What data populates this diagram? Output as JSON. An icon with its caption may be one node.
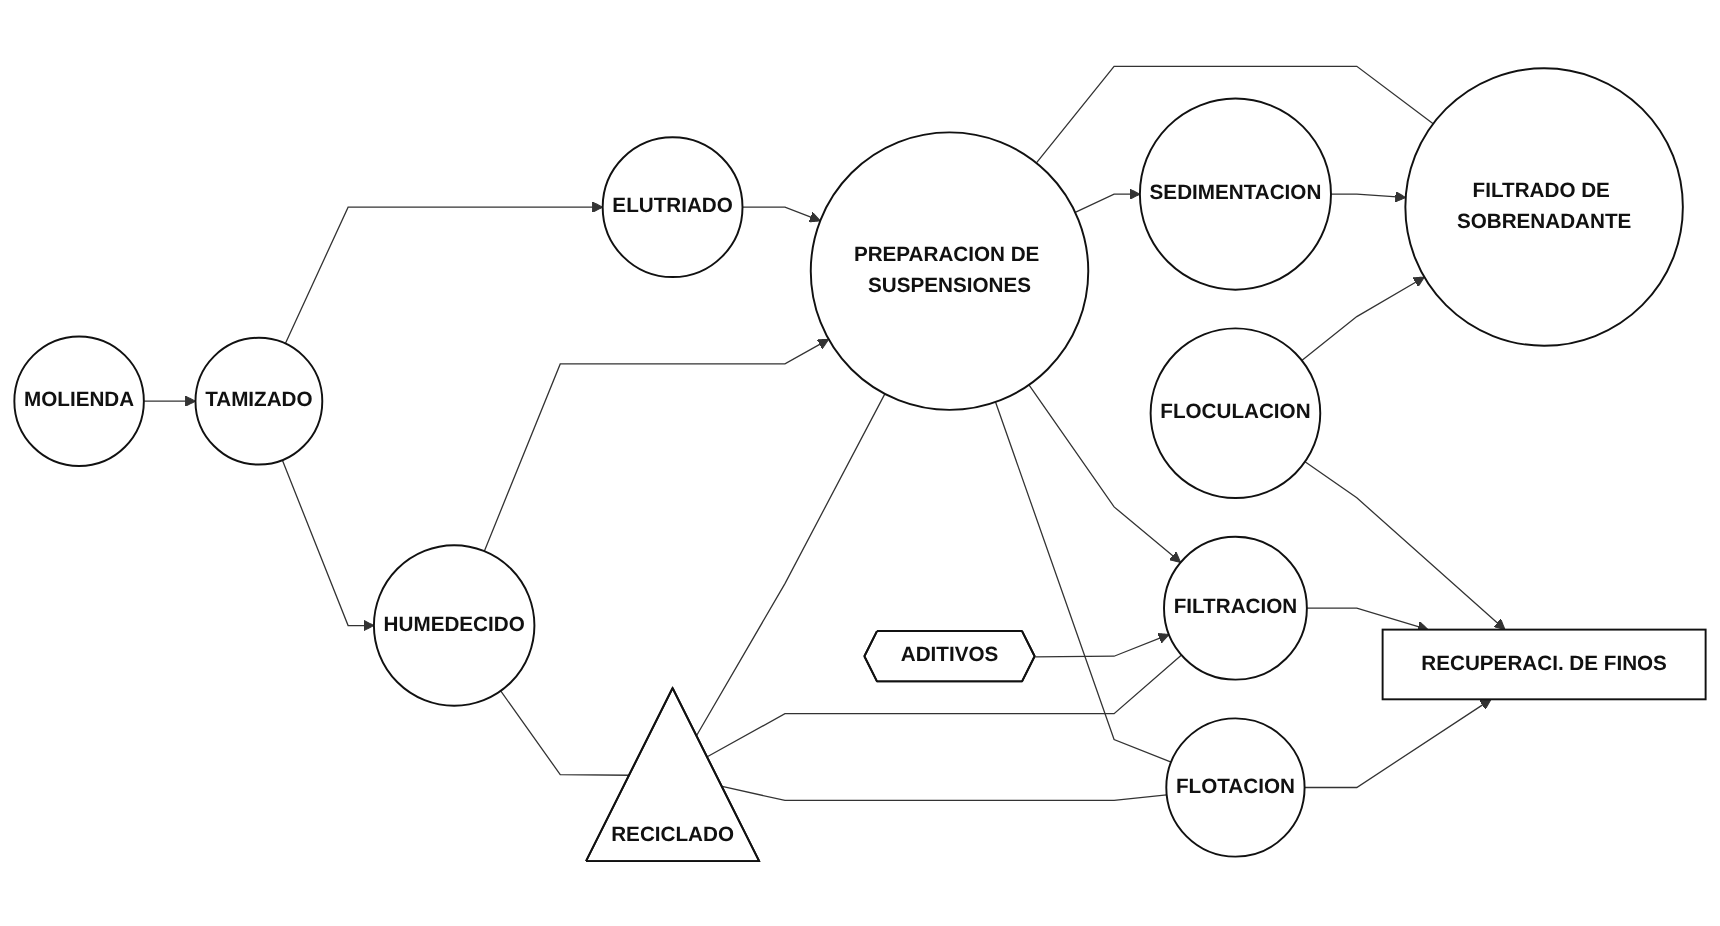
{
  "diagram": {
    "nodes": [
      {
        "text": [
          "ELUTRIADO"
        ]
      },
      {
        "text": [
          "FILTRADO DE SOBRENADANTE"
        ]
      },
      {
        "text": [
          "MOLIENDA"
        ]
      },
      {
        "text": [
          "TAMIZADO"
        ]
      },
      {
        "text": [
          "HUMEDECIDO"
        ]
      },
      {
        "text": [
          "PREPARACION DE SUSPENSIONES"
        ]
      },
      {
        "text": [
          "SEDIMENTACION"
        ]
      },
      {
        "text": [
          "ADITIVOS"
        ]
      },
      {
        "text": [
          "FLOCULACION"
        ]
      },
      {
        "text": [
          "RECICLADO"
        ]
      },
      {
        "text": [
          "FILTRACION"
        ]
      },
      {
        "text": [
          "RECUPERACI. DE FINOS"
        ]
      },
      {
        "text": [
          "FLOTACION"
        ]
      }
    ],
    "edges": [
      {
        "from": 2,
        "to": 3,
        "arrow": "to"
      },
      {
        "from": 3,
        "to": 0,
        "arrow": "to"
      },
      {
        "from": 3,
        "to": 4,
        "arrow": "to"
      },
      {
        "from": 0,
        "to": 5,
        "arrow": "to"
      },
      {
        "from": 4,
        "to": 5,
        "arrow": "to"
      },
      {
        "from": 5,
        "to": 1,
        "arrow": "none"
      },
      {
        "from": 5,
        "to": 6,
        "arrow": "to"
      },
      {
        "from": 6,
        "to": 1,
        "arrow": "to"
      },
      {
        "from": 8,
        "to": 1,
        "arrow": "to"
      },
      {
        "from": 5,
        "to": 10,
        "arrow": "to"
      },
      {
        "from": 7,
        "to": 10,
        "arrow": "to"
      },
      {
        "from": 8,
        "to": 11,
        "arrow": "to"
      },
      {
        "from": 4,
        "to": 9,
        "arrow": "none"
      },
      {
        "from": 9,
        "to": 5,
        "arrow": "none"
      },
      {
        "from": 5,
        "to": 12,
        "arrow": "none"
      },
      {
        "from": 9,
        "to": 10,
        "arrow": "none"
      },
      {
        "from": 10,
        "to": 11,
        "arrow": "to"
      },
      {
        "from": 9,
        "to": 12,
        "arrow": "none"
      },
      {
        "from": 12,
        "to": 11,
        "arrow": "to"
      }
    ]
  }
}
